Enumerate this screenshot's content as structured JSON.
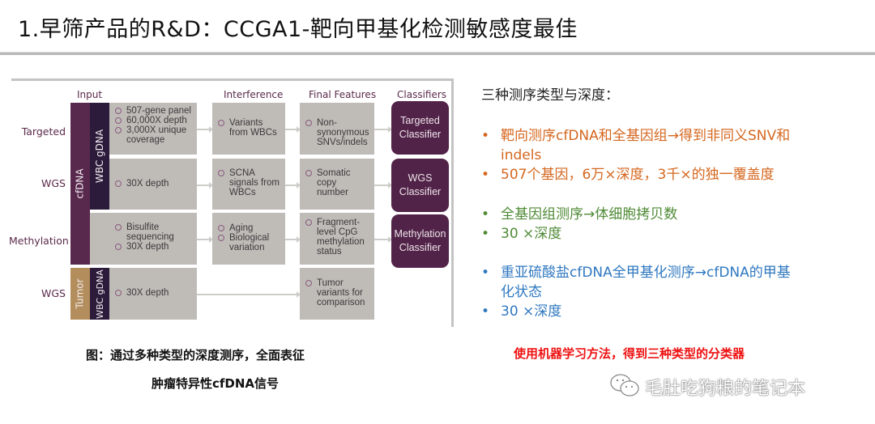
{
  "title": "1.早筛产品的R&D：CCGA1-靶向甲基化检测敏感度最佳",
  "figure": {
    "column_headers": {
      "input": "Input",
      "interference": "Interference",
      "final_features": "Final Features",
      "classifiers": "Classifiers"
    },
    "row_labels": [
      "Targeted",
      "WGS",
      "Methylation",
      "WGS"
    ],
    "sample_bars": {
      "cfdna": "cfDNA",
      "wbc_gdna": "WBC gDNA",
      "tumor": "Tumor",
      "wbc_gdna_2": "WBC gDNA"
    },
    "colors": {
      "cfdna_bar": "#58284d",
      "wbc_bar": "#2d1b3b",
      "tumor_bar": "#b38d5c",
      "grey_box": "#bfbcb8",
      "classifier": "#522348",
      "label_text": "#5b2a4b"
    },
    "rows": [
      {
        "input": [
          "507-gene panel",
          "60,000X depth",
          "3,000X unique coverage"
        ],
        "interference": [
          "Variants from WBCs"
        ],
        "final": [
          "Non-synonymous SNVs/indels"
        ],
        "classifier": [
          "Targeted",
          "Classifier"
        ]
      },
      {
        "input": [
          "30X depth"
        ],
        "interference": [
          "SCNA signals from WBCs"
        ],
        "final": [
          "Somatic copy number"
        ],
        "classifier": [
          "WGS",
          "Classifier"
        ]
      },
      {
        "input": [
          "Bisulfite sequencing",
          "30X depth"
        ],
        "interference": [
          "Aging",
          "Biological variation"
        ],
        "final": [
          "Fragment-level CpG methylation status"
        ],
        "classifier": [
          "Methylation",
          "Classifier"
        ]
      },
      {
        "input": [
          "30X depth"
        ],
        "interference": [],
        "final": [
          "Tumor variants for comparison"
        ],
        "classifier": []
      }
    ]
  },
  "caption": {
    "line1": "图：通过多种类型的深度测序，全面表征",
    "line2": "肿瘤特异性cfDNA信号"
  },
  "notes": {
    "heading": "三种测序类型与深度：",
    "groups": [
      {
        "color": "#d5671f",
        "bullets": [
          [
            "靶向测序cfDNA和全基因组→得到非同义SNV和",
            "indels"
          ],
          [
            "507个基因，6万×深度，3千×的独一覆盖度"
          ]
        ]
      },
      {
        "color": "#4f8a35",
        "bullets": [
          [
            "全基因组测序→体细胞拷贝数"
          ],
          [
            "30 ×深度"
          ]
        ]
      },
      {
        "color": "#2f78c0",
        "bullets": [
          [
            "重亚硫酸盐cfDNA全甲基化测序→cfDNA的甲基",
            "化状态"
          ],
          [
            "30 ×深度"
          ]
        ]
      }
    ],
    "bullet_glyph": "•",
    "ml_note": "使用机器学习方法，得到三种类型的分类器"
  },
  "watermark": {
    "icon": "wechat-icon",
    "text": "毛肚吃狗粮的笔记本"
  }
}
